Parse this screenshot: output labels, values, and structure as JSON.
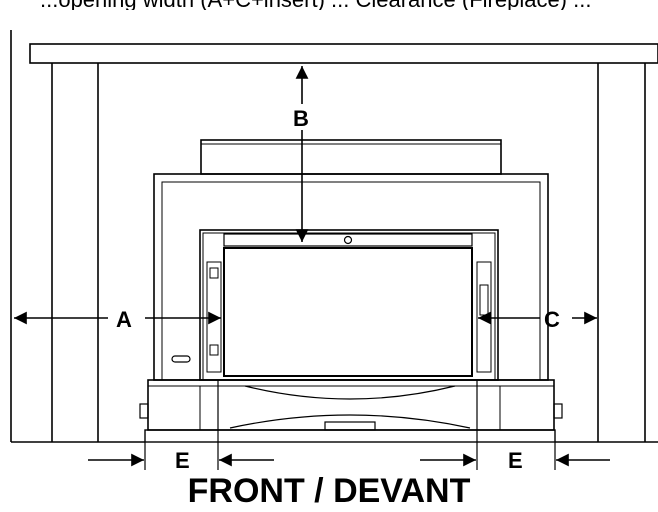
{
  "header": {
    "partial_text": "...opening width (A+C+insert) ... Clearance (Fireplace) ..."
  },
  "dimensions": {
    "a": "A",
    "b": "B",
    "c": "C",
    "e_left": "E",
    "e_right": "E"
  },
  "view": {
    "title": "FRONT / DEVANT"
  }
}
